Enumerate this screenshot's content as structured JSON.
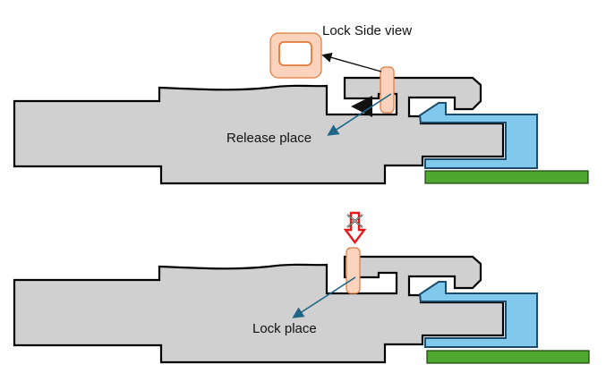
{
  "labels": {
    "lock_side_view": "Lock Side view",
    "release_place": "Release place",
    "lock_place": "Lock place"
  },
  "colors": {
    "part_fill": "#d0d0d0",
    "mating_part": "#80c9ec",
    "board": "#4ea72e",
    "lock_pin": "#fbd3bd",
    "lock_pin_outline": "#e07a3c",
    "pointer_arrow": "#1f6585",
    "press_arrow": "#e81818"
  },
  "icons": {
    "side_view": "rounded-square-lock-icon",
    "press_blocked": "down-arrow-with-x-icon"
  }
}
